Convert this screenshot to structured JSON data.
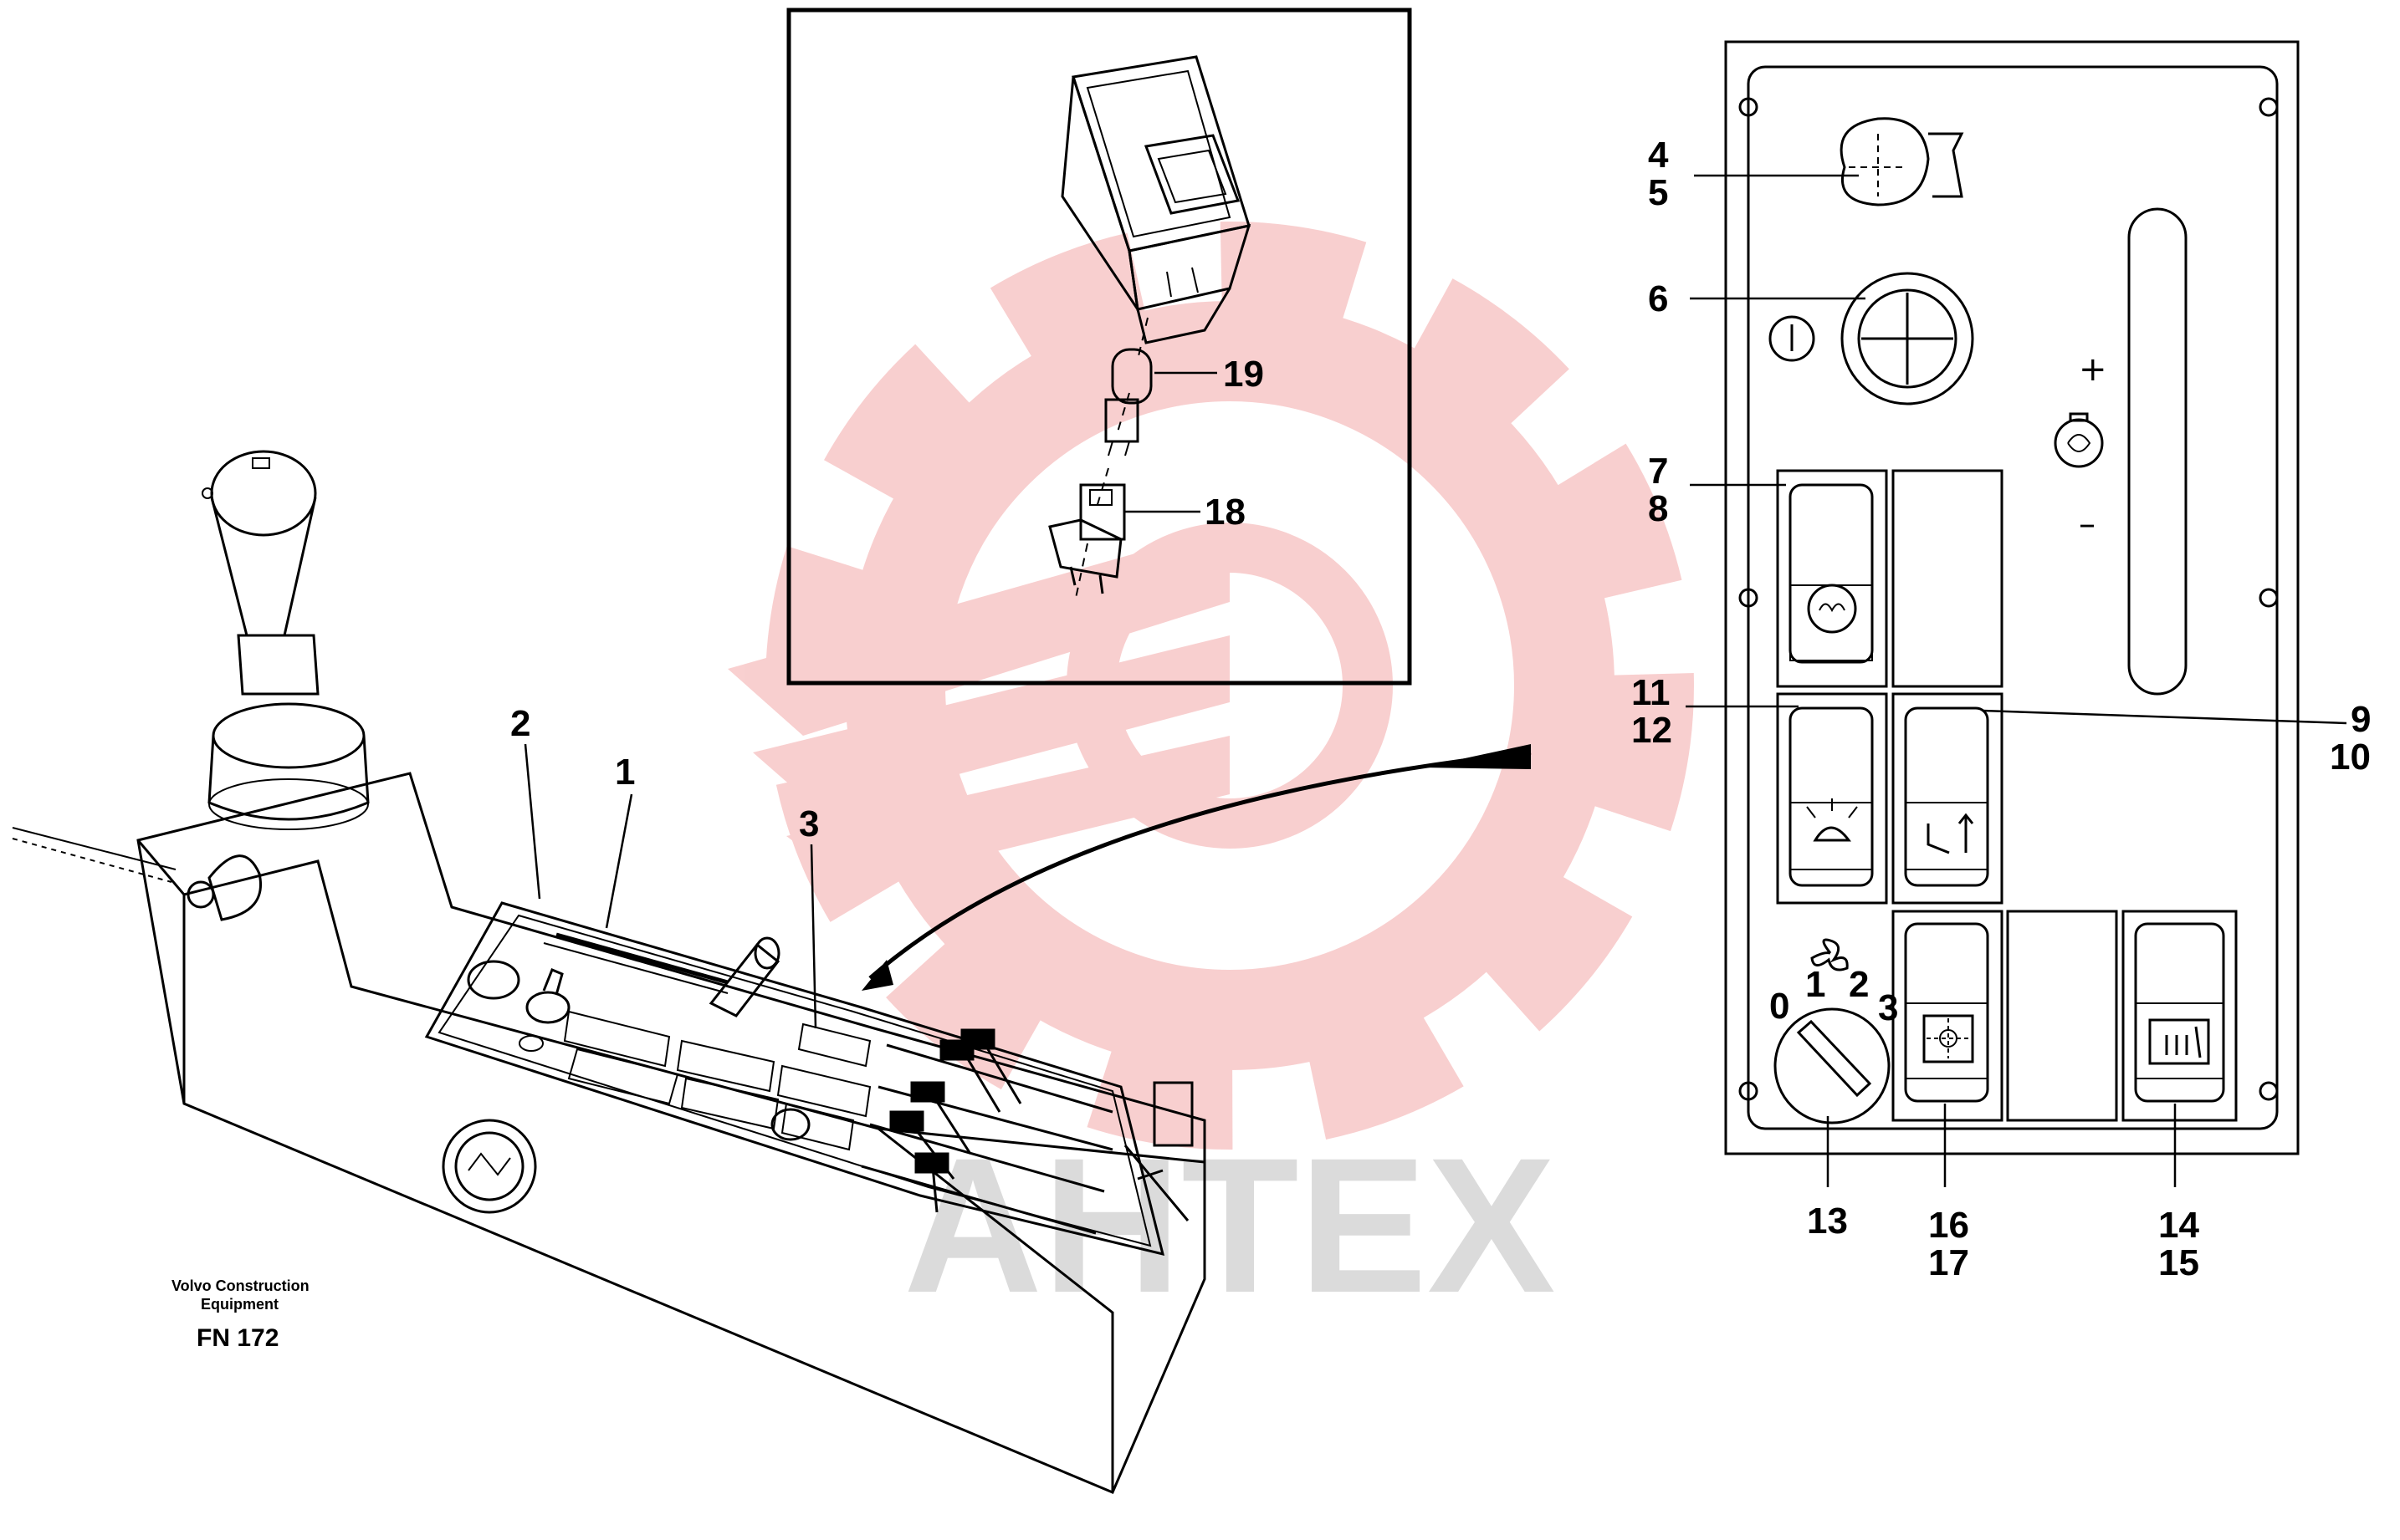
{
  "caption": {
    "maker_line1": "Volvo Construction",
    "maker_line2": "Equipment",
    "figure_code": "FN 172"
  },
  "watermark": {
    "text": "AHTEX",
    "color": "#f4a9a9"
  },
  "panel_symbols": {
    "plus": "+",
    "minus": "–",
    "dial_positions": [
      "0",
      "1",
      "2",
      "3"
    ]
  },
  "callouts": {
    "c1": "1",
    "c2": "2",
    "c3": "3",
    "c4": "4",
    "c5": "5",
    "c6": "6",
    "c7": "7",
    "c8": "8",
    "c9": "9",
    "c10": "10",
    "c11": "11",
    "c12": "12",
    "c13": "13",
    "c14": "14",
    "c15": "15",
    "c16": "16",
    "c17": "17",
    "c18": "18",
    "c19": "19"
  }
}
